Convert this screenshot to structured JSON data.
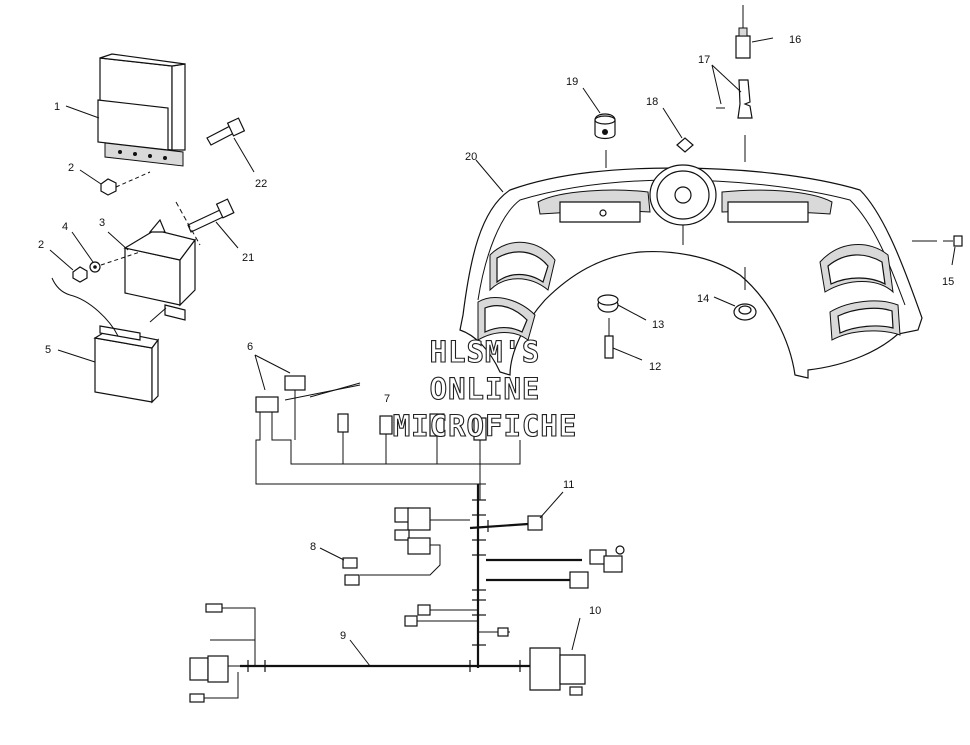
{
  "watermark": {
    "line1": "HLSM'S",
    "line2": "ONLINE",
    "line3": "MICROFICHE"
  },
  "callouts": [
    "1",
    "2",
    "3",
    "4",
    "2",
    "5",
    "6",
    "7",
    "8",
    "9",
    "10",
    "11",
    "12",
    "13",
    "14",
    "15",
    "16",
    "17",
    "18",
    "19",
    "20",
    "21",
    "22"
  ]
}
